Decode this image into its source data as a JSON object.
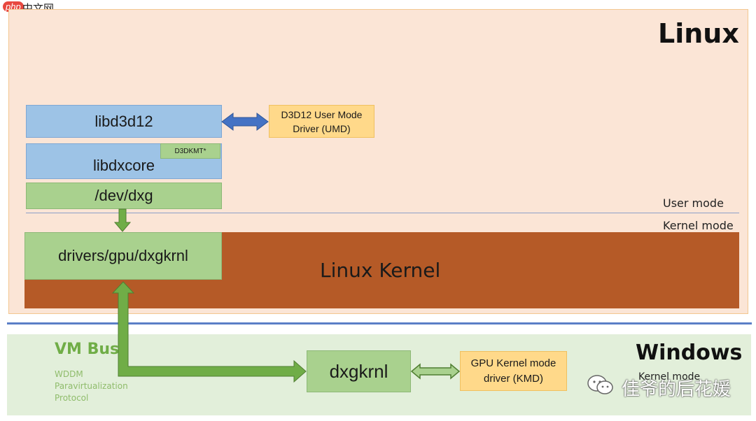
{
  "header": {
    "logo_text": "php",
    "site_name": "中文网"
  },
  "linux": {
    "title": "Linux",
    "user_mode_label": "User mode",
    "kernel_mode_label": "Kernel mode",
    "libd3d12": "libd3d12",
    "umd_line1": "D3D12 User Mode",
    "umd_line2": "Driver (UMD)",
    "libdxcore": "libdxcore",
    "d3dkmt": "D3DKMT*",
    "devdxg": "/dev/dxg",
    "drivers": "drivers/gpu/dxgkrnl",
    "kernel": "Linux Kernel"
  },
  "windows": {
    "title": "Windows",
    "vmbus_title": "VM Bus",
    "vmbus_sub": [
      "WDDM",
      "Paravirtualization",
      "Protocol"
    ],
    "dxgkrnl": "dxgkrnl",
    "kmd_line1": "GPU Kernel mode",
    "kmd_line2": "driver (KMD)",
    "kernel_mode_label": "Kernel mode"
  },
  "watermark": "佳爷的后花媛",
  "colors": {
    "linux_bg": "#fbe5d6",
    "windows_bg": "#e2efda",
    "blue_box": "#9dc3e6",
    "green_box": "#a9d18e",
    "yellow_box": "#ffd98a",
    "kernel_bar": "#b55a27",
    "separator": "#5b7fc7",
    "blue_arrow": "#4472c4",
    "green_arrow": "#70ad47"
  }
}
